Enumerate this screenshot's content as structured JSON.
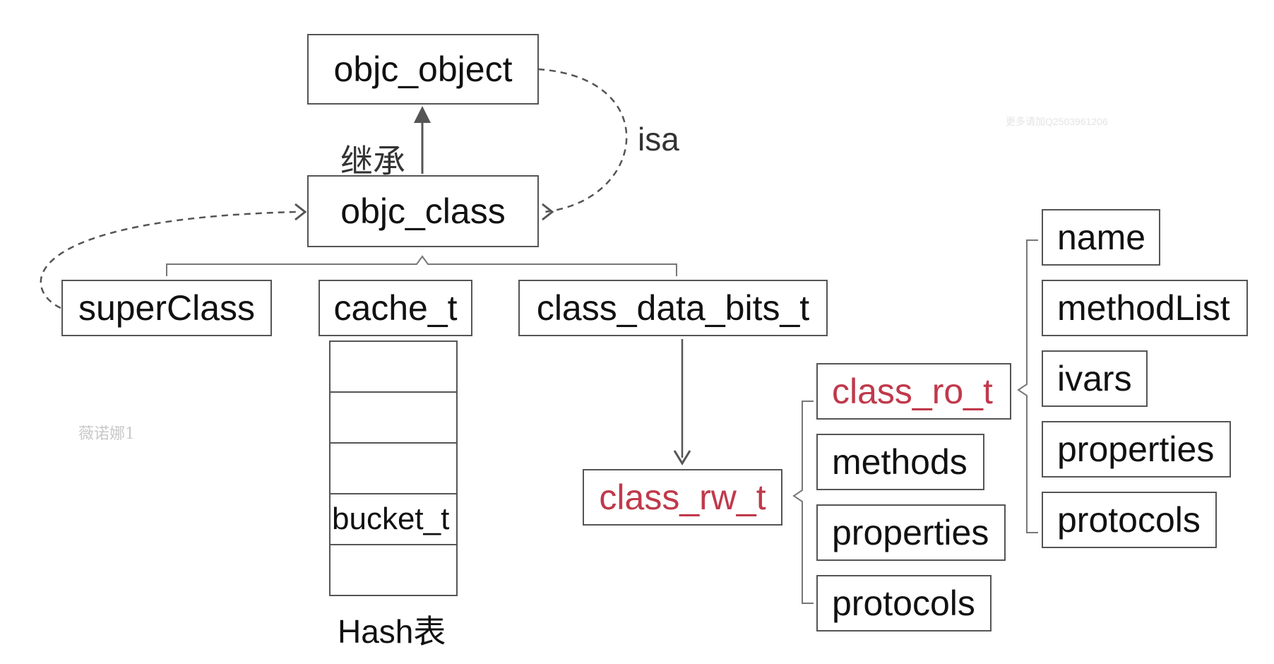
{
  "nodes": {
    "objc_object": "objc_object",
    "objc_class": "objc_class",
    "superClass": "superClass",
    "cache_t": "cache_t",
    "class_data_bits_t": "class_data_bits_t",
    "class_rw_t": "class_rw_t",
    "class_ro_t": "class_ro_t",
    "rw_methods": "methods",
    "rw_properties": "properties",
    "rw_protocols": "protocols",
    "ro_name": "name",
    "ro_methodList": "methodList",
    "ro_ivars": "ivars",
    "ro_properties": "properties",
    "ro_protocols": "protocols"
  },
  "hash_table": {
    "cells": [
      "",
      "",
      "",
      "bucket_t",
      ""
    ],
    "caption": "Hash表"
  },
  "edge_labels": {
    "inherit": "继承",
    "isa": "isa"
  },
  "watermarks": {
    "left": "薇诺娜1",
    "right": "更多请加Q2503961206"
  },
  "colors": {
    "border": "#555555",
    "highlight": "#c0394b",
    "text": "#111111"
  }
}
